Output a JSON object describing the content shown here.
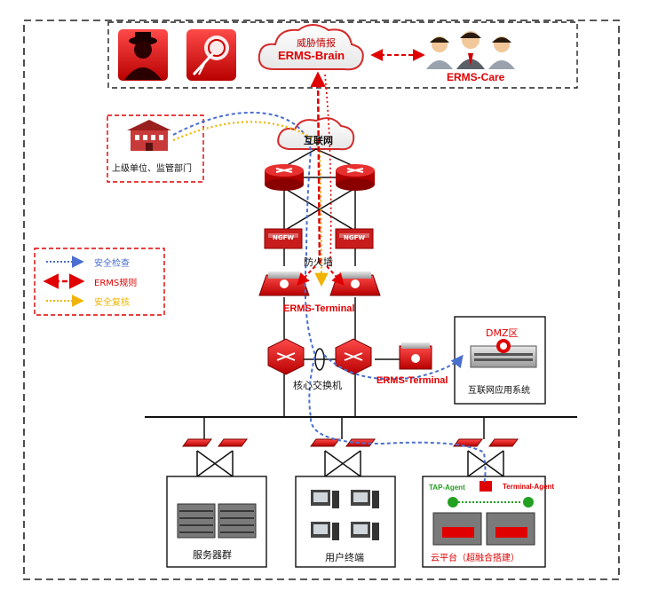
{
  "top": {
    "brain_cn": "威胁情报",
    "brain_en": "ERMS-Brain",
    "care_label": "ERMS-Care"
  },
  "external": {
    "internet_label": "互联网",
    "supervisor_label": "上级单位、监管部门"
  },
  "legend": {
    "items": [
      {
        "label": "安全检查",
        "color": "#4a6fd0"
      },
      {
        "label": "ERMS规则",
        "color": "#e00000"
      },
      {
        "label": "安全复核",
        "color": "#f0b400"
      }
    ]
  },
  "devices": {
    "firewall_badge": "NGFW",
    "firewall_label": "防火墙",
    "terminal_label_1": "ERMS-Terminal",
    "terminal_label_2": "ERMS-Terminal",
    "core_switch_label": "核心交换机",
    "tap_agent": "TAP-Agent",
    "terminal_agent": "Terminal-Agent"
  },
  "dmz": {
    "title": "DMZ区",
    "system_label": "互联网应用系统"
  },
  "zones": {
    "server_label": "服务器群",
    "user_label": "用户终端",
    "cloud_label": "云平台（超融合搭建）"
  },
  "colors": {
    "accent_red": "#e00000",
    "check_blue": "#4a6fd0",
    "review_yellow": "#f0b400",
    "agent_green": "#22a022"
  }
}
